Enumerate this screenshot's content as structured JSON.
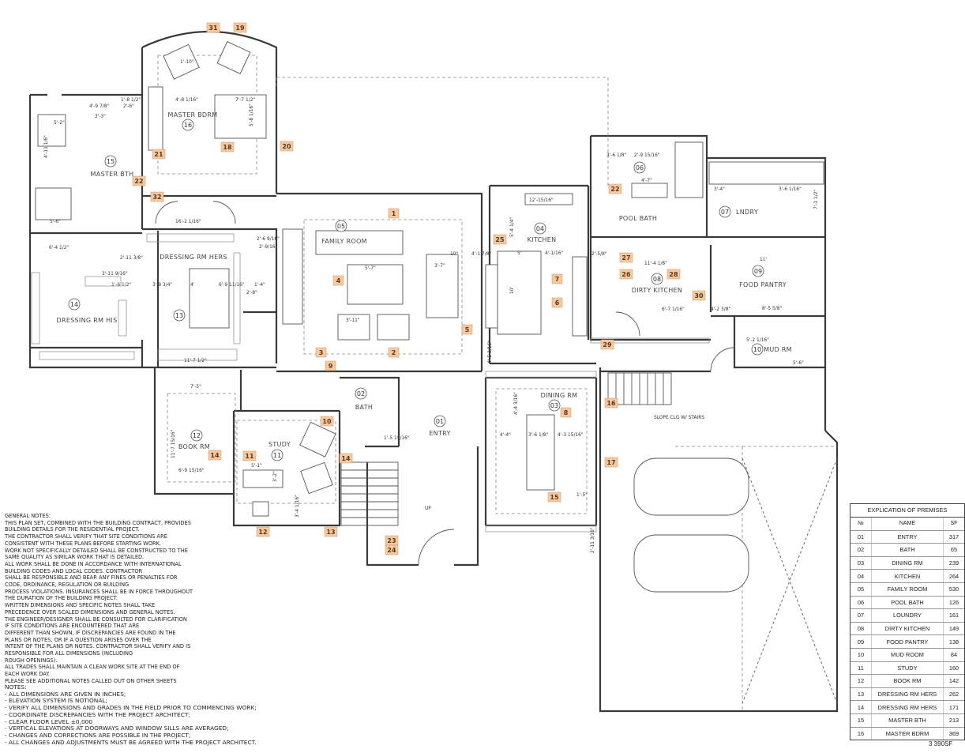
{
  "rooms": [
    {
      "num": "01",
      "name": "ENTRY"
    },
    {
      "num": "02",
      "name": "BATH"
    },
    {
      "num": "03",
      "name": "DINING RM"
    },
    {
      "num": "04",
      "name": "KITCHEN"
    },
    {
      "num": "05",
      "name": "FAMILY ROOM"
    },
    {
      "num": "06",
      "name": "POOL BATH"
    },
    {
      "num": "07",
      "name": "LNDRY"
    },
    {
      "num": "08",
      "name": "DIRTY KITCHEN"
    },
    {
      "num": "09",
      "name": "FOOD PANTRY"
    },
    {
      "num": "10",
      "name": "MUD RM"
    },
    {
      "num": "11",
      "name": "STUDY"
    },
    {
      "num": "12",
      "name": "BOOK RM"
    },
    {
      "num": "13",
      "name": "DRESSING RM HERS"
    },
    {
      "num": "14",
      "name": "DRESSING RM HIS"
    },
    {
      "num": "15",
      "name": "MASTER BTH"
    },
    {
      "num": "16",
      "name": "MASTER BDRM"
    }
  ],
  "tags": [
    "1",
    "2",
    "3",
    "4",
    "5",
    "6",
    "7",
    "8",
    "9",
    "10",
    "11",
    "12",
    "13",
    "14",
    "14",
    "15",
    "16",
    "17",
    "18",
    "19",
    "20",
    "21",
    "22",
    "22",
    "23",
    "24",
    "25",
    "26",
    "27",
    "28",
    "29",
    "30",
    "31",
    "32"
  ],
  "dims": [
    "4'-9 7/8\"",
    "3'-3\"",
    "5'-2\"",
    "4'-11 1/6\"",
    "5'-6\"",
    "1'-8 1/2\"",
    "2'-6\"",
    "4'-8 1/16\"",
    "7'-7 1/2\"",
    "5'-8 1/16\"",
    "1'-10\"",
    "16'-2 1/16\"",
    "2'-6 9/16\"",
    "2'-9/16\"",
    "3'-9 3/4\"",
    "4'",
    "6'-9 11/16\"",
    "1'-4\"",
    "2'-8\"",
    "3'-11 9/16\"",
    "1'-6 1/2\"",
    "6'-4 1/2\"",
    "2'-11 3/8\"",
    "11'-7 1/2\"",
    "7'-5\"",
    "11'-7 15/16\"",
    "6'-9 15/16\"",
    "5'-1\"",
    "3'-2\"",
    "5'-7\"",
    "3'-7\"",
    "3'-11\"",
    "10\"",
    "4'-1 7/8\"",
    "5'",
    "4'-1/16\"",
    "10'",
    "4'-5 3/16\"",
    "12'-15/16\"",
    "5'-4 1/4\"",
    "2'-5/8\"",
    "11'-4 1/8\"",
    "6'-7 1/16\"",
    "4'-2 3/8\"",
    "11'",
    "8'-5 5/8\"",
    "3'-4\"",
    "3'-6 1/16\"",
    "3'-6 1/8\"",
    "2'-9 15/16\"",
    "4'-7\"",
    "5'-2 1/16\"",
    "5'-6\"",
    "4'-4 3/16\"",
    "3'-6 1/8\"",
    "4'-3 15/16\"",
    "4'-4\"",
    "1'-5\"",
    "2'-11 3/16\"",
    "1'-5 15/16\"",
    "3'-4 1/16\"",
    "7'-1 1/2\""
  ],
  "stair_note": "SLOPE CLG W/ STAIRS",
  "up_label": "UP",
  "general_notes_title": "GENERAL NOTES:",
  "general_notes": [
    "THIS PLAN SET, COMBINED WITH THE BUILDING CONTRACT, PROVIDES",
    "BUILDING DETAILS FOR THE RESIDENTIAL PROJECT.",
    "THE CONTRACTOR SHALL VERIFY THAT SITE CONDITIONS ARE",
    "CONSISTENT WITH THESE PLANS BEFORE STARTING WORK.",
    "WORK NOT SPECIFICALLY DETAILED SHALL BE CONSTRUCTED TO THE",
    "SAME QUALITY AS SIMILAR WORK THAT IS DETAILED.",
    "ALL WORK SHALL BE DONE IN ACCORDANCE WITH INTERNATIONAL",
    "BUILDING CODES AND LOCAL CODES. CONTRACTOR",
    "SHALL BE RESPONSIBLE AND BEAR ANY FINES OR PENALTIES FOR",
    "CODE, ORDINANCE, REGULATION OR BUILDING",
    "PROCESS VIOLATIONS. INSURANCES SHALL BE IN FORCE THROUGHOUT",
    "THE DURATION OF THE BUILDING PROJECT.",
    "WRITTEN DIMENSIONS AND SPECIFIC NOTES SHALL TAKE",
    "PRECEDENCE OVER SCALED DIMENSIONS AND GENERAL NOTES.",
    "THE ENGINEER/DESIGNER SHALL BE CONSULTED FOR CLARIFICATION",
    "IF SITE CONDITIONS ARE ENCOUNTERED THAT ARE",
    "DIFFERENT THAN SHOWN, IF DISCREPANCIES ARE FOUND IN THE",
    "PLANS OR NOTES, OR IF A QUESTION ARISES OVER THE",
    "INTENT OF THE PLANS OR NOTES. CONTRACTOR SHALL VERIFY AND IS",
    "RESPONSIBLE FOR ALL DIMENSIONS (INCLUDING",
    "ROUGH OPENINGS).",
    "ALL TRADES SHALL MAINTAIN A CLEAN WORK SITE AT THE END OF",
    "EACH WORK DAY.",
    "PLEASE SEE ADDITIONAL NOTES CALLED OUT ON OTHER SHEETS"
  ],
  "notes_title": "NOTES:",
  "notes": [
    "- ALL DIMENSIONS ARE GIVEN IN INCHES;",
    "- ELEVATION SYSTEM IS NOTIONAL;",
    "- VERIFY ALL DIMENSIONS AND GRADES IN THE FIELD PRIOR TO COMMENCING WORK;",
    "- COORDINATE DISCREPANCIES WITH THE PROJECT ARCHITECT;",
    "- CLEAR FLOOR LEVEL ±0,000",
    "- VERTICAL ELEVATIONS AT DOORWAYS AND WINDOW SILLS ARE AVERAGED;",
    "- CHANGES AND CORRECTIONS ARE POSSIBLE IN THE PROJECT;",
    "- ALL CHANGES AND ADJUSTMENTS MUST BE AGREED WITH THE PROJECT ARCHITECT."
  ],
  "legend": {
    "title": "EXPLICATION OF PREMISES",
    "headers": [
      "№",
      "NAME",
      "SF"
    ],
    "rows": [
      [
        "01",
        "ENTRY",
        "317"
      ],
      [
        "02",
        "BATH",
        "65"
      ],
      [
        "03",
        "DINING RM",
        "239"
      ],
      [
        "04",
        "KITCHEN",
        "264"
      ],
      [
        "05",
        "FAMILY ROOM",
        "530"
      ],
      [
        "06",
        "POOL BATH",
        "126"
      ],
      [
        "07",
        "LOUNDRY",
        "161"
      ],
      [
        "08",
        "DIRTY KITCHEN",
        "149"
      ],
      [
        "09",
        "FOOD PANTRY",
        "138"
      ],
      [
        "10",
        "MUD ROOM",
        "84"
      ],
      [
        "11",
        "STUDY",
        "160"
      ],
      [
        "12",
        "BOOK RM",
        "142"
      ],
      [
        "13",
        "DRESSING RM HERS",
        "262"
      ],
      [
        "14",
        "DRESSING RM HERS",
        "171"
      ],
      [
        "15",
        "MASTER BTH",
        "213"
      ],
      [
        "16",
        "MASTER BDRM",
        "369"
      ]
    ],
    "total": "3 390SF"
  },
  "colors": {
    "tag_fill": "#f6c9a0",
    "wall": "#3a3a3a"
  }
}
